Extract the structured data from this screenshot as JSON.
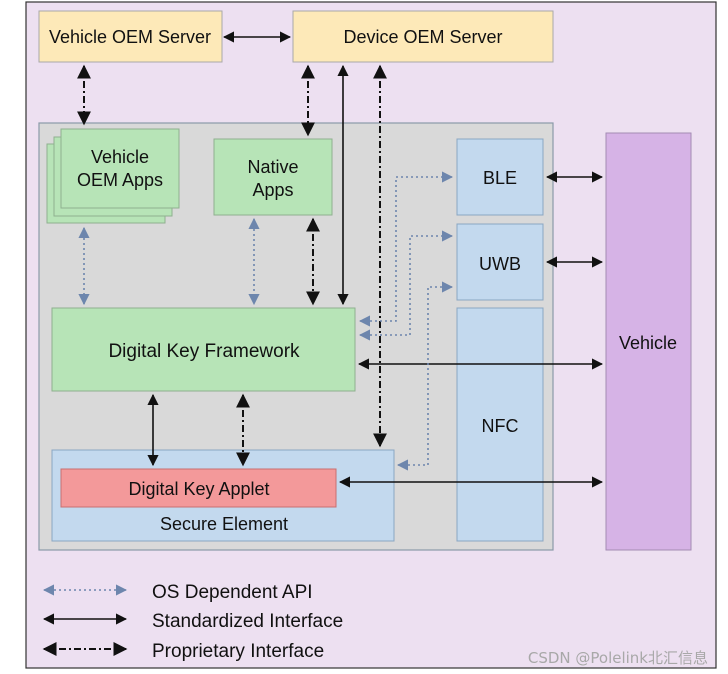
{
  "diagram": {
    "boxes": {
      "vehicle_oem_server": "Vehicle OEM Server",
      "device_oem_server": "Device OEM Server",
      "vehicle_oem_apps_line1": "Vehicle",
      "vehicle_oem_apps_line2": "OEM Apps",
      "native_apps_line1": "Native",
      "native_apps_line2": "Apps",
      "ble": "BLE",
      "uwb": "UWB",
      "nfc": "NFC",
      "vehicle": "Vehicle",
      "digital_key_framework": "Digital Key Framework",
      "digital_key_applet": "Digital Key Applet",
      "secure_element": "Secure Element"
    },
    "legend": {
      "os_dependent_api": "OS Dependent API",
      "standardized_interface": "Standardized Interface",
      "proprietary_interface": "Proprietary Interface"
    },
    "watermark": "CSDN @Polelink北汇信息",
    "colors": {
      "background": "#ede0f1",
      "server": "#fde9b8",
      "device": "#d9d9d9",
      "app": "#b7e4b7",
      "radio": "#c3d9ee",
      "vehicle": "#d6b3e6",
      "applet": "#f3999a",
      "dotted_arrow": "#6d86ad",
      "solid_arrow": "#111111"
    }
  }
}
